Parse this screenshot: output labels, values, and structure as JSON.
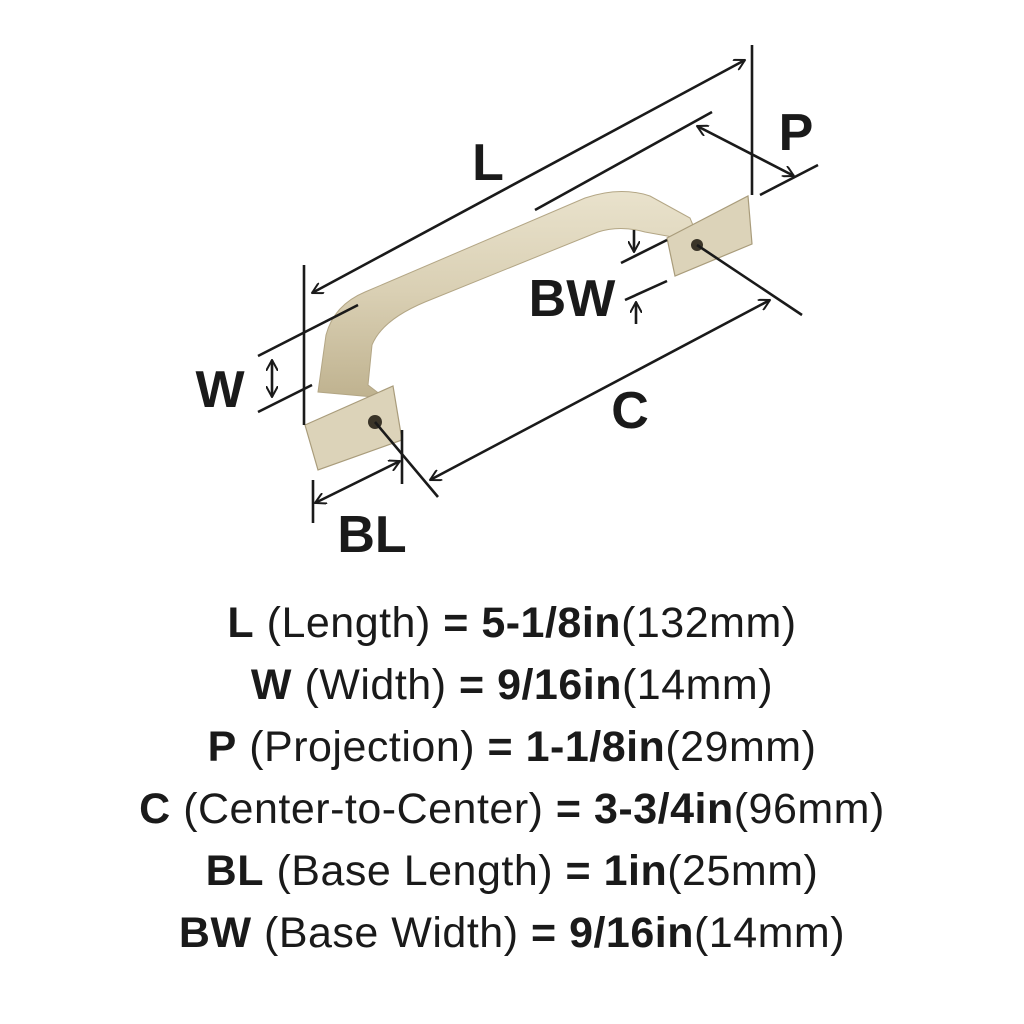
{
  "diagram": {
    "labels": {
      "L": "L",
      "P": "P",
      "W": "W",
      "BW": "BW",
      "C": "C",
      "BL": "BL"
    },
    "handle_color": "#d9cfb3",
    "handle_shadow": "#b8ab8a",
    "line_color": "#1a1a1a"
  },
  "specs": [
    {
      "key": "L",
      "name": "(Length)",
      "eq": "=",
      "imperial": "5-1/8in",
      "metric": "(132mm)"
    },
    {
      "key": "W",
      "name": "(Width)",
      "eq": "=",
      "imperial": "9/16in",
      "metric": "(14mm)"
    },
    {
      "key": "P",
      "name": "(Projection)",
      "eq": "=",
      "imperial": "1-1/8in",
      "metric": "(29mm)"
    },
    {
      "key": "C",
      "name": "(Center-to-Center)",
      "eq": "=",
      "imperial": "3-3/4in",
      "metric": "(96mm)"
    },
    {
      "key": "BL",
      "name": "(Base Length)",
      "eq": "=",
      "imperial": "1in",
      "metric": "(25mm)"
    },
    {
      "key": "BW",
      "name": "(Base Width)",
      "eq": "=",
      "imperial": "9/16in",
      "metric": "(14mm)"
    }
  ]
}
